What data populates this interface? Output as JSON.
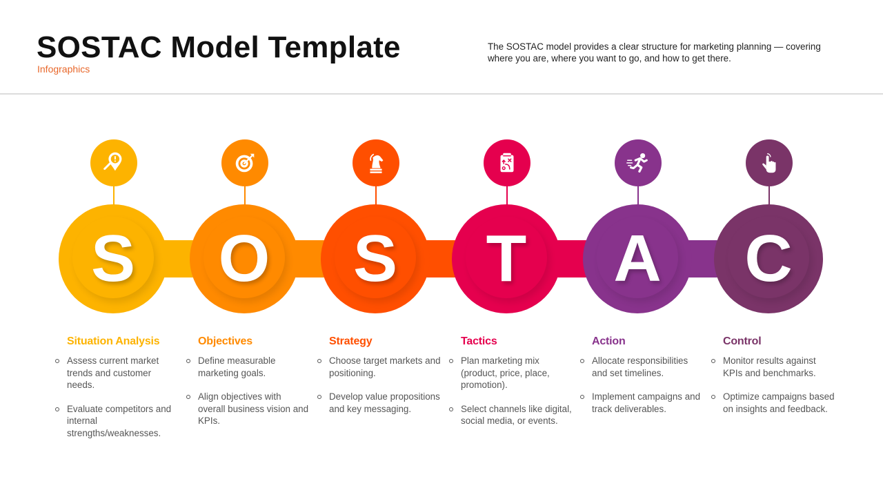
{
  "header": {
    "title": "SOSTAC Model Template",
    "subtitle": "Infographics",
    "description": "The SOSTAC model provides a clear structure for marketing planning — covering where you are, where you want to go, and how to get there."
  },
  "stages": [
    {
      "letter": "S",
      "title": "Situation Analysis",
      "icon": "search-alert-pin-icon",
      "color": "#FDB300",
      "bullets": [
        "Assess current market trends and customer needs.",
        "Evaluate competitors and internal strengths/weaknesses."
      ]
    },
    {
      "letter": "O",
      "title": "Objectives",
      "icon": "target-icon",
      "color": "#FF8A00",
      "bullets": [
        "Define measurable marketing goals.",
        "Align objectives with overall business vision and KPIs."
      ]
    },
    {
      "letter": "S",
      "title": "Strategy",
      "icon": "chess-knight-icon",
      "color": "#FF4F00",
      "bullets": [
        "Choose target markets and positioning.",
        "Develop value propositions and key messaging."
      ]
    },
    {
      "letter": "T",
      "title": "Tactics",
      "icon": "clipboard-plan-icon",
      "color": "#E5004E",
      "bullets": [
        "Plan marketing mix (product, price, place, promotion).",
        "Select channels like digital, social media, or events."
      ]
    },
    {
      "letter": "A",
      "title": "Action",
      "icon": "running-person-icon",
      "color": "#88338C",
      "bullets": [
        "Allocate responsibilities and set timelines.",
        "Implement campaigns and track deliverables."
      ]
    },
    {
      "letter": "C",
      "title": "Control",
      "icon": "pointing-hand-icon",
      "color": "#7A3468",
      "bullets": [
        "Monitor results against KPIs and benchmarks.",
        "Optimize campaigns based on insights and feedback."
      ]
    }
  ]
}
